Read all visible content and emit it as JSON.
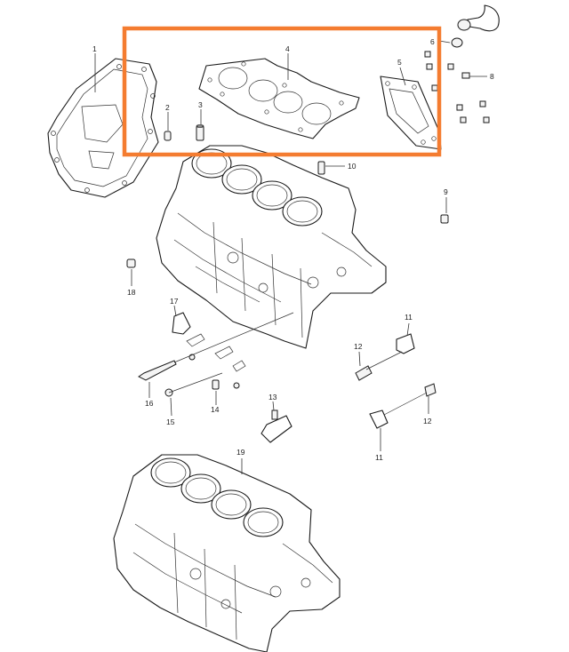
{
  "callouts": [
    {
      "id": "c1",
      "text": "1"
    },
    {
      "id": "c2",
      "text": "2"
    },
    {
      "id": "c3",
      "text": "3"
    },
    {
      "id": "c4",
      "text": "4"
    },
    {
      "id": "c5",
      "text": "5"
    },
    {
      "id": "c6",
      "text": "6"
    },
    {
      "id": "c8",
      "text": "8"
    },
    {
      "id": "c9",
      "text": "9"
    },
    {
      "id": "c10",
      "text": "10"
    },
    {
      "id": "c11a",
      "text": "11"
    },
    {
      "id": "c11b",
      "text": "11"
    },
    {
      "id": "c12a",
      "text": "12"
    },
    {
      "id": "c12b",
      "text": "12"
    },
    {
      "id": "c13",
      "text": "13"
    },
    {
      "id": "c14",
      "text": "14"
    },
    {
      "id": "c15",
      "text": "15"
    },
    {
      "id": "c16",
      "text": "16"
    },
    {
      "id": "c17",
      "text": "17"
    },
    {
      "id": "c18",
      "text": "18"
    },
    {
      "id": "c19",
      "text": "19"
    }
  ],
  "highlight": {
    "color": "#F47C30",
    "target": "4"
  },
  "colors": {
    "line": "#1a1a1a",
    "background": "#ffffff"
  }
}
